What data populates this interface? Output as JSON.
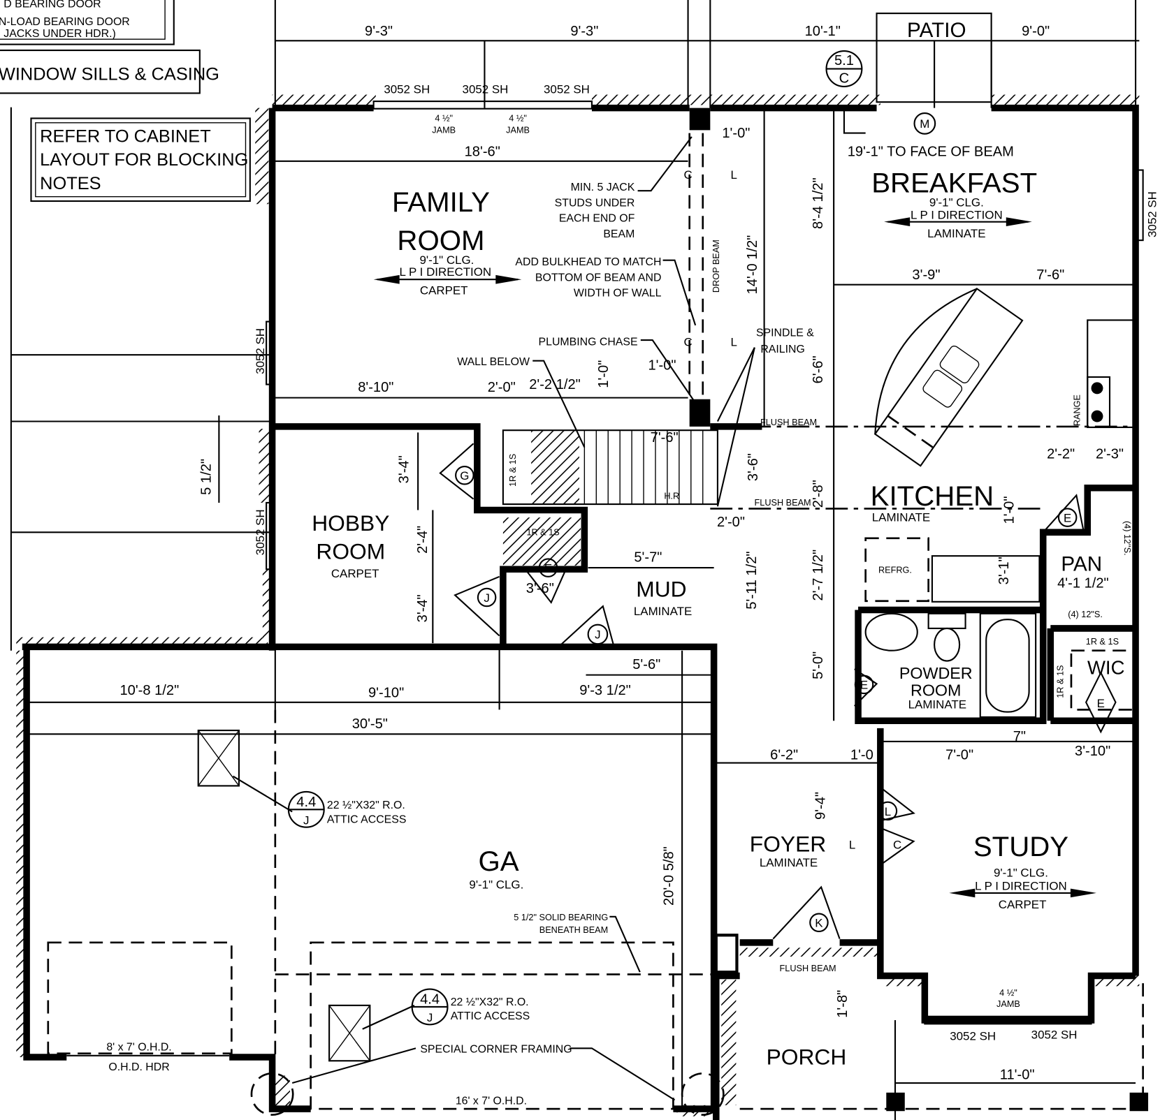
{
  "notes": {
    "top_left_1": "D BEARING DOOR",
    "top_left_2": "N-LOAD BEARING DOOR",
    "top_left_3": "JACKS UNDER HDR.)",
    "window_sills": "WINDOW SILLS & CASING",
    "cabinet_1": "REFER TO CABINET",
    "cabinet_2": "LAYOUT FOR  BLOCKING",
    "cabinet_3": "NOTES",
    "jack_studs": [
      "MIN. 5 JACK",
      "STUDS UNDER",
      "EACH END OF",
      "BEAM"
    ],
    "bulkhead": [
      "ADD BULKHEAD TO MATCH",
      "BOTTOM OF BEAM AND",
      "WIDTH OF WALL"
    ],
    "plumbing_chase": "PLUMBING CHASE",
    "wall_below": "WALL BELOW",
    "spindle": [
      "SPINDLE &",
      "RAILING"
    ],
    "drop_beam": "DROP BEAM",
    "flush_beam": "FLUSH BEAM",
    "face_of_beam": "19'-1\" TO FACE OF BEAM",
    "solid_bearing": [
      "5 1/2\" SOLID BEARING",
      "BENEATH BEAM"
    ],
    "attic_access": [
      "22 ½\"X32\" R.O.",
      "ATTIC ACCESS"
    ],
    "special_corner": "SPECIAL CORNER FRAMING",
    "ohd_8": "8' x 7' O.H.D.",
    "ohd_hdr": "O.H.D. HDR",
    "ohd_16": "16' x 7' O.H.D.",
    "jamb": [
      "4 ½\"",
      "JAMB"
    ],
    "twelve_s": "(4) 12\"S.",
    "r1s": "1R & 1S",
    "hr": "H.R",
    "refrg": "REFRG.",
    "range": "RANGE"
  },
  "rooms": {
    "family": {
      "name1": "FAMILY",
      "name2": "ROOM",
      "ceiling": "9'-1\" CLG.",
      "lpi": "L P I  DIRECTION",
      "floor": "CARPET"
    },
    "breakfast": {
      "name": "BREAKFAST",
      "ceiling": "9'-1\" CLG.",
      "lpi": "L P I  DIRECTION",
      "floor": "LAMINATE"
    },
    "kitchen": {
      "name": "KITCHEN",
      "floor": "LAMINATE"
    },
    "hobby": {
      "name1": "HOBBY",
      "name2": "ROOM",
      "floor": "CARPET"
    },
    "mud": {
      "name": "MUD",
      "floor": "LAMINATE"
    },
    "pantry": {
      "name": "PAN",
      "dim": "4'-1 1/2\""
    },
    "powder": {
      "name1": "POWDER",
      "name2": "ROOM",
      "floor": "LAMINATE"
    },
    "wic": {
      "name": "WIC"
    },
    "garage": {
      "name": "GA",
      "ceiling": "9'-1\" CLG."
    },
    "foyer": {
      "name": "FOYER",
      "floor": "LAMINATE"
    },
    "study": {
      "name": "STUDY",
      "ceiling": "9'-1\" CLG.",
      "lpi": "L P I  DIRECTION",
      "floor": "CARPET"
    },
    "porch": {
      "name": "PORCH"
    },
    "patio": {
      "name": "PATIO"
    }
  },
  "windows": {
    "w3052": "3052 SH"
  },
  "tags": {
    "sec1": "5.1",
    "sec1b": "C",
    "sec2": "4.4",
    "sec2b": "J",
    "M": "M",
    "G": "G",
    "E": "E",
    "J": "J",
    "K": "K",
    "L": "L",
    "C": "C"
  },
  "dims": {
    "d1": "9'-3\"",
    "d2": "9'-3\"",
    "d3": "10'-1\"",
    "d4": "9'-0\"",
    "d5": "18'-6\"",
    "d6": "1'-0\"",
    "d7": "8'-4 1/2\"",
    "d8": "14'-0 1/2\"",
    "d9": "3'-9\"",
    "d10": "7'-6\"",
    "d11": "6'-6\"",
    "d12": "8'-10\"",
    "d13": "2'-0\"",
    "d14": "2'-2 1/2\"",
    "d15": "1'-0\"",
    "d16": "1'-0\"",
    "d17": "7'-6\"",
    "d18": "3'-6\"",
    "d19": "3'-4\"",
    "d20": "2'-4\"",
    "d21": "3'-4\"",
    "d22": "2'-0\"",
    "d23": "5'-7\"",
    "d24": "3'-6\"",
    "d25": "5'-11 1/2\"",
    "d26": "2'-7 1/2\"",
    "d27": "2'-2\"",
    "d28": "2'-3\"",
    "d29": "2'-8\"",
    "d30": "3'-1\"",
    "d31": "5'-0\"",
    "d32": "5'-6\"",
    "d33": "10'-8 1/2\"",
    "d34": "9'-10\"",
    "d35": "9'-3 1/2\"",
    "d36": "30'-5\"",
    "d37": "6'-2\"",
    "d38": "1'-0",
    "d39": "7'-0\"",
    "d40": "7\"",
    "d41": "3'-10\"",
    "d42": "9'-4\"",
    "d43": "20'-0 5/8\"",
    "d44": "1'-8\"",
    "d45": "11'-0\"",
    "d46": "5 1/2\"",
    "d47": "1'-0\""
  }
}
